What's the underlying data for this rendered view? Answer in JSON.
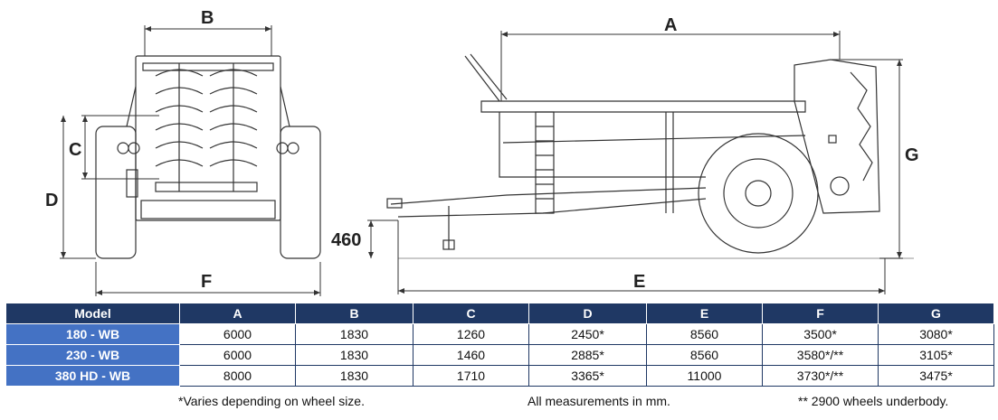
{
  "dimension_labels": {
    "A": "A",
    "B": "B",
    "C": "C",
    "D": "D",
    "E": "E",
    "F": "F",
    "G": "G",
    "hitch_height": "460"
  },
  "table": {
    "headers": [
      "Model",
      "A",
      "B",
      "C",
      "D",
      "E",
      "F",
      "G"
    ],
    "rows": [
      [
        "180 - WB",
        "6000",
        "1830",
        "1260",
        "2450*",
        "8560",
        "3500*",
        "3080*"
      ],
      [
        "230 - WB",
        "6000",
        "1830",
        "1460",
        "2885*",
        "8560",
        "3580*/**",
        "3105*"
      ],
      [
        "380 HD - WB",
        "8000",
        "1830",
        "1710",
        "3365*",
        "11000",
        "3730*/**",
        "3475*"
      ]
    ]
  },
  "notes": {
    "wheel_size": "*Varies depending on wheel size.",
    "units": "All measurements in mm.",
    "underbody": "** 2900 wheels underbody."
  },
  "colors": {
    "header_bg": "#1f3864",
    "model_bg": "#4472c4",
    "line": "#333333"
  }
}
